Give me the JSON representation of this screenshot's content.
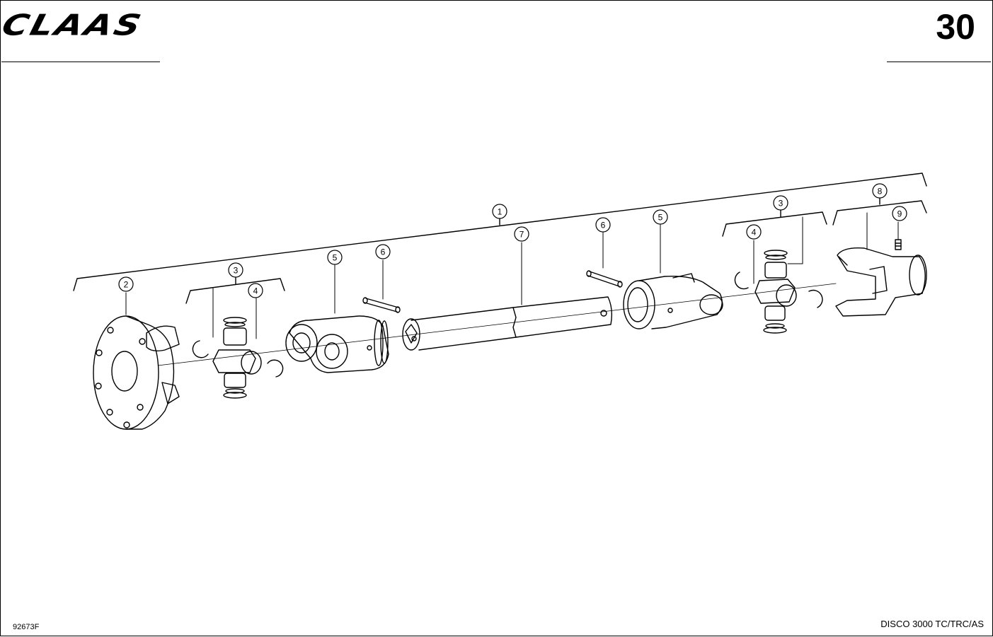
{
  "header": {
    "brand": "CLAAS",
    "page_number": "30"
  },
  "footer": {
    "drawing_number": "92673F",
    "model": "DISCO 3000 TC/TRC/AS"
  },
  "callouts": [
    {
      "id": "c1",
      "label": "1",
      "part": "drive-shaft-assembly"
    },
    {
      "id": "c2",
      "label": "2",
      "part": "flange-yoke"
    },
    {
      "id": "c3a",
      "label": "3",
      "part": "cross-kit-left"
    },
    {
      "id": "c4a",
      "label": "4",
      "part": "circlip-left"
    },
    {
      "id": "c5a",
      "label": "5",
      "part": "inner-tube-yoke"
    },
    {
      "id": "c6a",
      "label": "6",
      "part": "spring-pin-left"
    },
    {
      "id": "c7",
      "label": "7",
      "part": "profile-tube"
    },
    {
      "id": "c6b",
      "label": "6",
      "part": "spring-pin-right"
    },
    {
      "id": "c5b",
      "label": "5",
      "part": "outer-tube-yoke"
    },
    {
      "id": "c3b",
      "label": "3",
      "part": "cross-kit-right"
    },
    {
      "id": "c4b",
      "label": "4",
      "part": "circlip-right"
    },
    {
      "id": "c8",
      "label": "8",
      "part": "end-yoke"
    },
    {
      "id": "c9",
      "label": "9",
      "part": "grease-nipple"
    }
  ],
  "colors": {
    "ink": "#000000",
    "paper": "#ffffff"
  }
}
